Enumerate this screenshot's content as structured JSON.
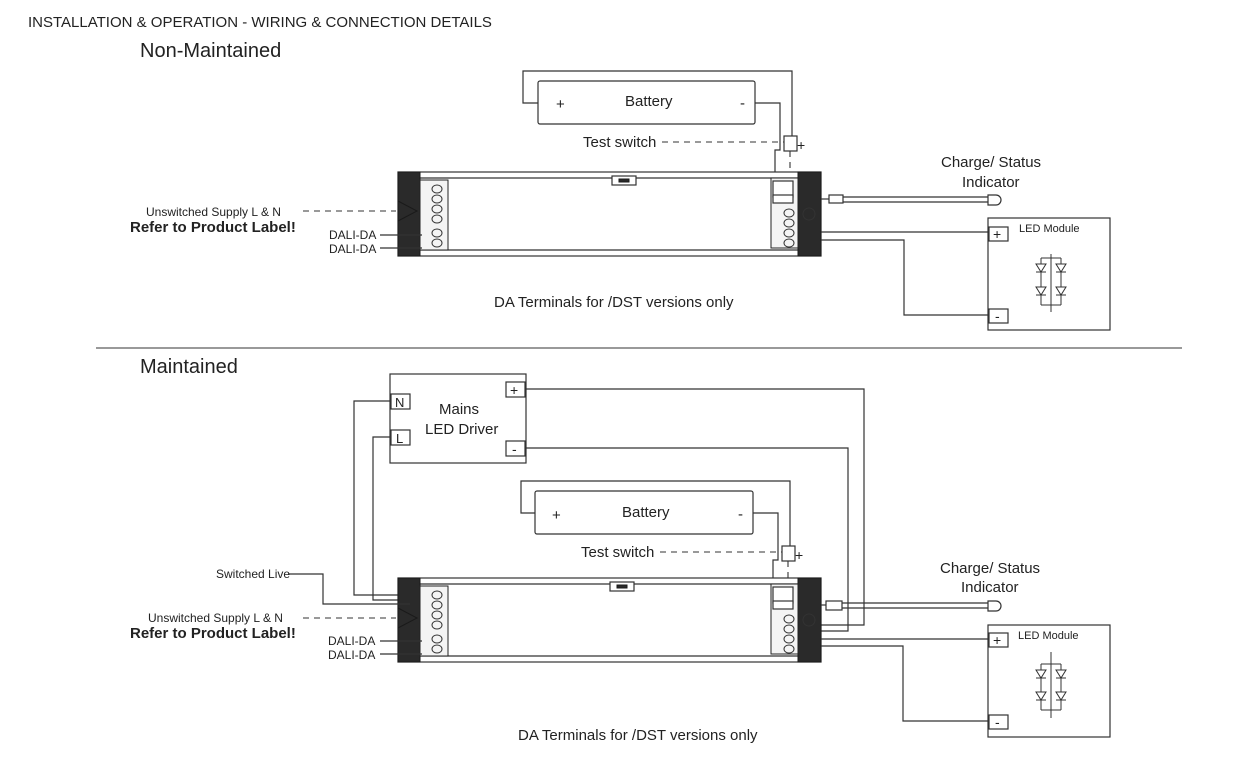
{
  "header": {
    "title": "INSTALLATION  & OPERATION - WIRING & CONNECTION DETAILS"
  },
  "non_maintained": {
    "heading": "Non-Maintained",
    "battery": {
      "label": "Battery",
      "plus": "+",
      "minus": "-"
    },
    "test_switch": "Test switch",
    "switch_plus": "+",
    "indicator_line1": "Charge/ Status",
    "indicator_line2": "Indicator",
    "supply_label": "Unswitched Supply L & N",
    "refer_label": "Refer to Product Label!",
    "dali_1": "DALI-DA",
    "dali_2": "DALI-DA",
    "led_module": {
      "label": "LED Module",
      "plus": "+",
      "minus": "-"
    },
    "da_note": "DA Terminals for /DST versions only"
  },
  "maintained": {
    "heading": "Maintained",
    "mains_driver": {
      "line1": "Mains",
      "line2": "LED Driver",
      "n": "N",
      "l": "L",
      "plus": "+",
      "minus": "-"
    },
    "battery": {
      "label": "Battery",
      "plus": "+",
      "minus": "-"
    },
    "test_switch": "Test switch",
    "switch_plus": "+",
    "indicator_line1": "Charge/ Status",
    "indicator_line2": "Indicator",
    "switched_live": "Switched Live",
    "supply_label": "Unswitched Supply L & N",
    "refer_label": "Refer to Product Label!",
    "dali_1": "DALI-DA",
    "dali_2": "DALI-DA",
    "led_module": {
      "label": "LED Module",
      "plus": "+",
      "minus": "-"
    },
    "da_note": "DA Terminals for /DST versions only"
  }
}
